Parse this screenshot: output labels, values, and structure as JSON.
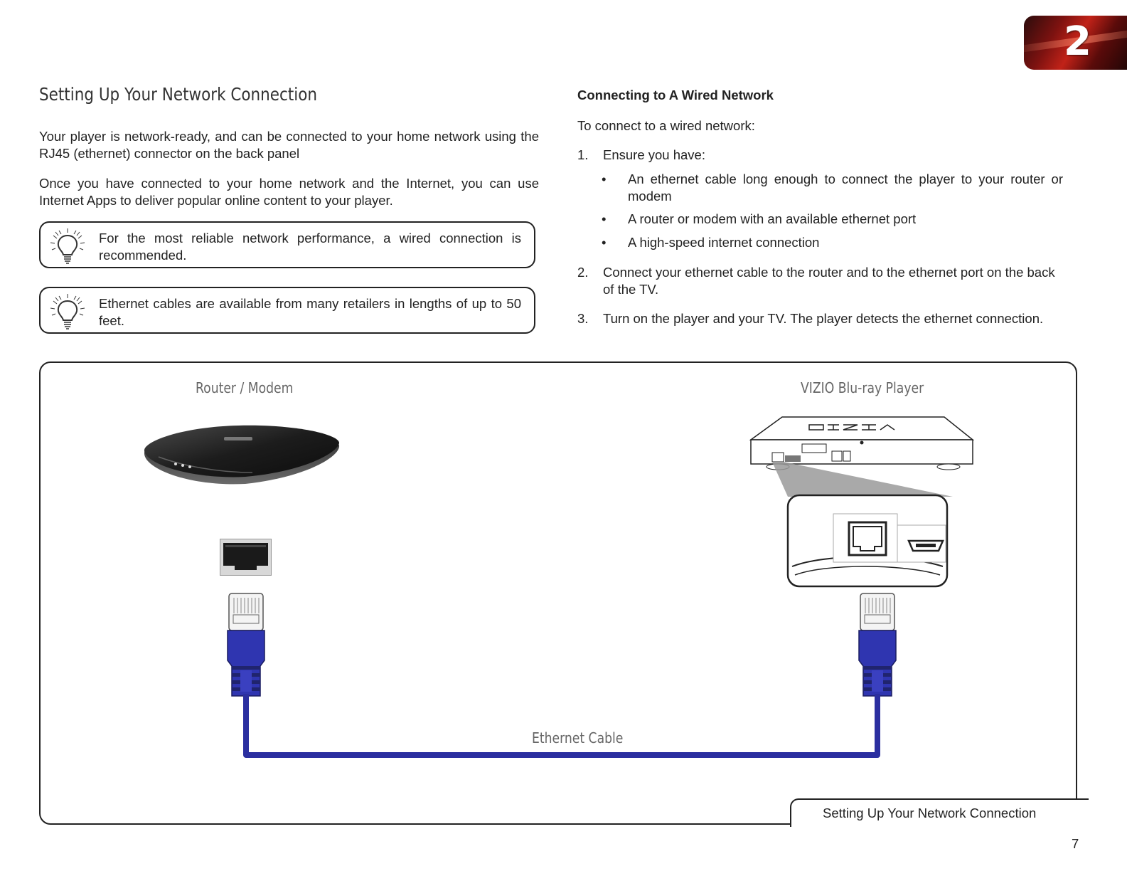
{
  "chapter": {
    "number": "2"
  },
  "left": {
    "heading": "Setting Up Your Network Connection",
    "paragraphs": [
      "Your player is network-ready, and can be connected to your home network using the RJ45 (ethernet) connector on the back panel",
      "Once you have connected to your home network and the Internet, you can use Internet Apps to deliver popular online content to your player."
    ],
    "tips": [
      {
        "icon": "lightbulb-icon",
        "text": "For the most reliable network performance, a wired connection is recommended."
      },
      {
        "icon": "lightbulb-icon",
        "text": "Ethernet cables are available from many retailers in lengths of up to 50 feet."
      }
    ]
  },
  "right": {
    "subheading": "Connecting to A Wired Network",
    "intro": "To connect to a wired network:",
    "steps": [
      {
        "number": "1.",
        "text": "Ensure you have:",
        "bullets": [
          "An ethernet cable long enough to connect the player to your router or modem",
          "A router or modem with an available ethernet port",
          "A high-speed internet connection"
        ]
      },
      {
        "number": "2.",
        "text": "Connect your ethernet cable to the router and to the ethernet port on the back of the TV."
      },
      {
        "number": "3.",
        "text": "Turn on the player and your TV. The player detects the ethernet connection."
      }
    ]
  },
  "diagram": {
    "router_label": "Router / Modem",
    "player_label": "VIZIO Blu-ray Player",
    "cable_label": "Ethernet Cable",
    "player_logo": "VIZIO",
    "cable_color": "#2b2fa0"
  },
  "footer": {
    "section_title": "Setting Up Your Network Connection",
    "page_number": "7"
  }
}
